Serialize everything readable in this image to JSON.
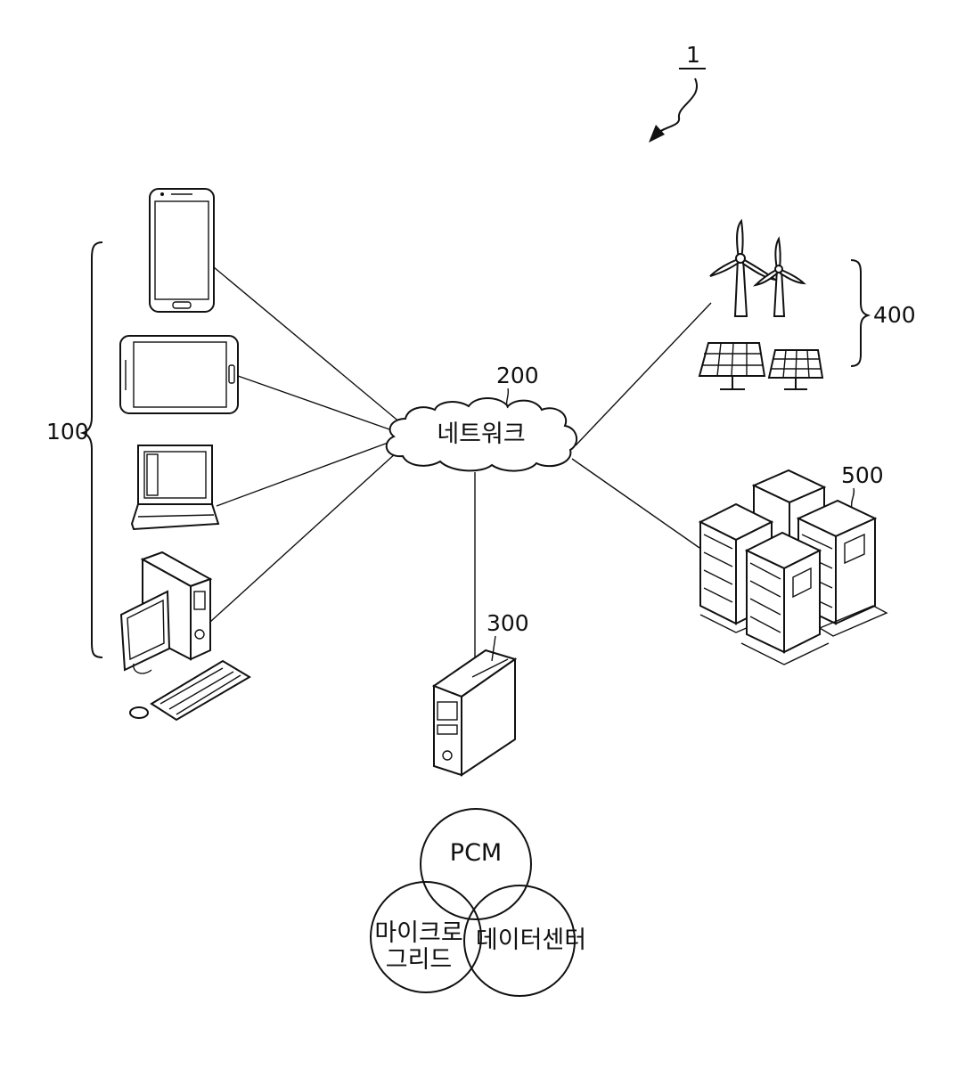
{
  "figure_number": "1",
  "reference_numerals": {
    "user_devices": "100",
    "network": "200",
    "control_server": "300",
    "renewable_energy": "400",
    "data_center_servers": "500"
  },
  "network_label": "네트워크",
  "venn_labels": {
    "top": "PCM",
    "left_line1": "마이크로",
    "left_line2": "그리드",
    "right": "데이터센터"
  },
  "icons": {
    "smartphone": "smartphone-icon",
    "tablet": "tablet-icon",
    "laptop": "laptop-icon",
    "desktop": "desktop-computer-icon",
    "server_tower": "server-tower-icon",
    "wind_turbine": "wind-turbine-icon",
    "solar_panel": "solar-panel-icon",
    "server_rack": "server-rack-icon",
    "cloud": "cloud-icon"
  },
  "colors": {
    "line": "#111111",
    "background": "#ffffff"
  }
}
